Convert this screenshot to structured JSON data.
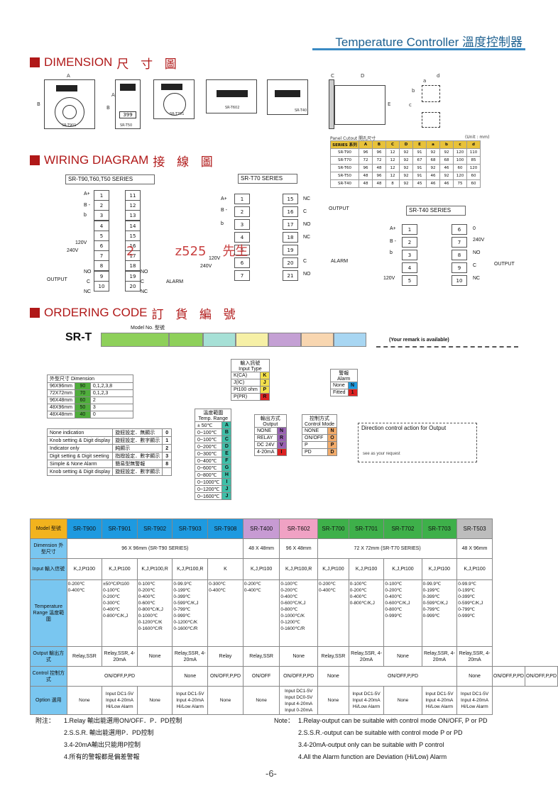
{
  "header": {
    "title": "Temperature Controller  溫度控制器"
  },
  "sections": {
    "dimension": "DIMENSION",
    "dimension_cn": "尺 寸 圖",
    "wiring": "WIRING DIAGRAM",
    "wiring_cn": "接 線 圖",
    "ordering": "ORDERING CODE",
    "ordering_cn": "訂 貨 編 號"
  },
  "dimension": {
    "labels": {
      "A": "A",
      "B": "B",
      "C": "C",
      "D": "D",
      "E": "E",
      "a": "a",
      "b": "b",
      "c": "c",
      "d": "d"
    },
    "models": [
      "SR-T901",
      "SR-T50",
      "SR-T701",
      "SR-T602",
      "SR-T40"
    ],
    "unit": "(Unit : mm)",
    "cutout_label": "Panel Cutout 開孔尺寸",
    "cutout": {
      "headers": [
        "SERIES 系列",
        "A",
        "B",
        "C",
        "D",
        "E",
        "a",
        "b",
        "c",
        "d"
      ],
      "rows": [
        [
          "SR-T90",
          "96",
          "96",
          "12",
          "92",
          "91",
          "92",
          "92",
          "120",
          "110"
        ],
        [
          "SR-T70",
          "72",
          "72",
          "12",
          "92",
          "67",
          "68",
          "68",
          "100",
          "85"
        ],
        [
          "SR-T60",
          "96",
          "48",
          "12",
          "92",
          "91",
          "92",
          "46",
          "60",
          "120"
        ],
        [
          "SR-T50",
          "48",
          "96",
          "12",
          "92",
          "91",
          "46",
          "92",
          "120",
          "60"
        ],
        [
          "SR-T40",
          "48",
          "48",
          "8",
          "92",
          "45",
          "46",
          "46",
          "75",
          "60"
        ]
      ]
    }
  },
  "wiring": {
    "s1": "SR-T90,T60,T50 SERIES",
    "s2": "SR-T70 SERIES",
    "s3": "SR-T40 SERIES",
    "t90_left": [
      "1",
      "2",
      "3",
      "4",
      "5",
      "6",
      "7",
      "8",
      "9",
      "10"
    ],
    "t90_right": [
      "11",
      "12",
      "13",
      "14",
      "15",
      "16",
      "17",
      "18",
      "19",
      "20"
    ],
    "t70_left": [
      "1",
      "2",
      "3",
      "4",
      "5",
      "6",
      "7"
    ],
    "t70_right": [
      "15",
      "16",
      "17",
      "18",
      "19",
      "20",
      "21"
    ],
    "t40_left": [
      "1",
      "2",
      "3",
      "4",
      "5"
    ],
    "t40_right": [
      "6",
      "7",
      "8",
      "9",
      "10"
    ],
    "labels": {
      "ap": "A+",
      "bm": "B -",
      "b": "b",
      "v120": "120V",
      "v240": "240V",
      "no": "NO",
      "nc": "NC",
      "c": "C",
      "output": "OUTPUT",
      "alarm": "ALARM",
      "zero": "0"
    },
    "watermark": "2          z525    先生"
  },
  "ordering": {
    "model_no": "Model No. 型號",
    "prefix": "SR-T",
    "remark": "(Your remark is available)",
    "size": {
      "title": "外型尺寸  Dimension",
      "rows": [
        [
          "96X96mm",
          "90",
          "0,1,2,3,8"
        ],
        [
          "72X72mm",
          "70",
          "0,1,2,3"
        ],
        [
          "96X48mm",
          "60",
          "2"
        ],
        [
          "48X96mm",
          "50",
          "3"
        ],
        [
          "48X48mm",
          "40",
          "0"
        ]
      ]
    },
    "indication": [
      [
        "None indication",
        "旋鈕設定．無顯示",
        "0"
      ],
      [
        "Knob setting & Digit display",
        "旋鈕設定．數字顯示",
        "1"
      ],
      [
        "Indicator only",
        "純顯示",
        "2"
      ],
      [
        "Digit setting & Digit seeting",
        "指撥設定．數字顯示",
        "3"
      ],
      [
        "Simple & None Alarm",
        "簡易型無警報",
        "8"
      ],
      [
        "Knob setting & Digit display",
        "旋鈕設定．數字顯示",
        ""
      ]
    ],
    "input": {
      "title": "輸入訊號",
      "title_en": "Input Type",
      "rows": [
        [
          "K(CA)",
          "K"
        ],
        [
          "J(IC)",
          "J"
        ],
        [
          "Pt100 ohm",
          "P"
        ],
        [
          "P(PR)",
          "R"
        ]
      ]
    },
    "alarm": {
      "title": "警報",
      "title_en": "Alarm",
      "rows": [
        [
          "None",
          "N"
        ],
        [
          "Fitted",
          "1"
        ]
      ]
    },
    "range": {
      "title": "溫度範圍",
      "title_en": "Temp. Range",
      "rows": [
        [
          "± 50℃",
          "A"
        ],
        [
          "0~100℃",
          "B"
        ],
        [
          "0~100℃",
          "C"
        ],
        [
          "0~200℃",
          "D"
        ],
        [
          "0~300℃",
          "E"
        ],
        [
          "0~400℃",
          "F"
        ],
        [
          "0~600℃",
          "G"
        ],
        [
          "0~800℃",
          "H"
        ],
        [
          "0~1000℃",
          "I"
        ],
        [
          "0~1200℃",
          "J"
        ],
        [
          "0~1600℃",
          "J"
        ]
      ]
    },
    "output": {
      "title": "輸出方式",
      "title_en": "Output",
      "rows": [
        [
          "NONE",
          "N"
        ],
        [
          "RELAY",
          "R"
        ],
        [
          "DC 24V",
          "V"
        ],
        [
          "4-20mA",
          "I"
        ]
      ]
    },
    "control": {
      "title": "控制方式",
      "title_en": "Control Mode",
      "rows": [
        [
          "NONE",
          "N"
        ],
        [
          "ON/OFF",
          "O"
        ],
        [
          "P",
          "P"
        ],
        [
          "PD",
          "D"
        ]
      ]
    },
    "direction": "Direction control action for Output",
    "see": "see as your request"
  },
  "models": {
    "header_label": "Model 型號",
    "list": [
      "SR-T900",
      "SR-T901",
      "SR-T902",
      "SR-T903",
      "SR-T908",
      "SR-T400",
      "SR-T602",
      "SR-T700",
      "SR-T701",
      "SR-T702",
      "SR-T703",
      "SR-T503"
    ],
    "dimension_label": "Dimension 外型尺寸",
    "dims": [
      "96 X 96mm (SR-T90 SERIES)",
      "48 X 48mm",
      "96 X 48mm",
      "72 X 72mm (SR-T70 SERIES)",
      "48 X 96mm"
    ],
    "input_label": "Input 輸入信號",
    "inputs": [
      "K,J,Pt100",
      "K,J,Pt100",
      "K,J,Pt100,R",
      "K,J,Pt100,R",
      "K",
      "K,J,Pt100",
      "K,J,Pt100,R",
      "K,J,Pt100",
      "K,J,Pt100",
      "K,J,Pt100",
      "K,J,Pt100",
      "K,J,Pt100"
    ],
    "range_label": "Temperature Range 溫度範圍",
    "ranges": [
      "0-200℃\n0-400℃",
      "±50℃/Pt100\n0-100℃\n0-200℃\n0-300℃\n0-400℃\n0-800℃/K,J",
      "0-100℃\n0-200℃\n0-400℃\n0-600℃\n0-800℃/K,J\n0-1000℃\n0-1200℃/K\n0-1600℃/R",
      "0-99.9℃\n0-199℃\n0-399℃\n0-599℃/K,J\n0-799℃\n0-999℃\n0-1200℃/K\n0-1600℃/R",
      "0-300℃\n0-400℃",
      "0-200℃\n0-400℃",
      "0-100℃\n0-200℃\n0-400℃\n0-600℃/K,J\n0-800℃\n0-1000℃/K\n0-1200℃\n0-1600℃/R",
      "0-200℃\n0-400℃",
      "0-100℃\n0-200℃\n0-400℃\n0-800℃/K,J",
      "0-100℃\n0-200℃\n0-400℃\n0-600℃/K,J\n0-800℃\n0-999℃",
      "0-99.9℃\n0-199℃\n0-399℃\n0-599℃/K,J\n0-799℃\n0-999℃",
      "0-99.9℃\n0-199℃\n0-399℃\n0-599℃/K,J\n0-799℃\n0-999℃"
    ],
    "output_label": "Output 輸出方式",
    "outputs": [
      "Relay,SSR",
      "Relay,SSR, 4-20mA",
      "None",
      "Relay,SSR, 4-20mA",
      "Relay",
      "Relay,SSR",
      "None",
      "Relay,SSR",
      "Relay,SSR, 4-20mA",
      "None",
      "Relay,SSR, 4-20mA",
      "Relay,SSR, 4-20mA"
    ],
    "control_label": "Control 控制方式",
    "controls": [
      "ON/OFF,P,PD",
      "None",
      "ON/OFF,P,PD",
      "ON/OFF",
      "ON/OFF,P,PD",
      "None",
      "ON/OFF,P,PD",
      "None",
      "ON/OFF,P,PD",
      "ON/OFF,P,PD"
    ],
    "option_label": "Option 選用",
    "options": [
      "None",
      "Input DC1-5V Input 4-20mA Hi/Low Alarm",
      "None",
      "Input DC1-5V Input 4-20mA Hi/Low Alarm",
      "None",
      "None",
      "Input DC1-5V Input DC0-5V Input 4-20mA Input 0-20mA",
      "None",
      "Input DC1-5V Input 4-20mA Hi/Low Alarm",
      "None",
      "Input DC1-5V Input 4-20mA Hi/Low Alarm",
      "Input DC1-5V Input 4-20mA Hi/Low Alarm"
    ]
  },
  "notes": {
    "cn_label": "附注：",
    "cn": [
      "1.Relay 輸出能選用ON/OFF．P．PD控制",
      "2.S.S.R. 輸出能選用P．PD控制",
      "3.4-20mA輸出只能用P控制",
      "4.所有的警報都是偏差警報"
    ],
    "en_label": "Note：",
    "en": [
      "1.Relay-output can be suitable with control mode ON/OFF, P or PD",
      "2.S.S.R.-output can be suitable with control mode P or PD",
      "3.4-20mA-output only can be suitable with P control",
      "4.All the Alarm function are Deviation (Hi/Low) Alarm"
    ]
  },
  "footer": {
    "page": "-6-"
  }
}
